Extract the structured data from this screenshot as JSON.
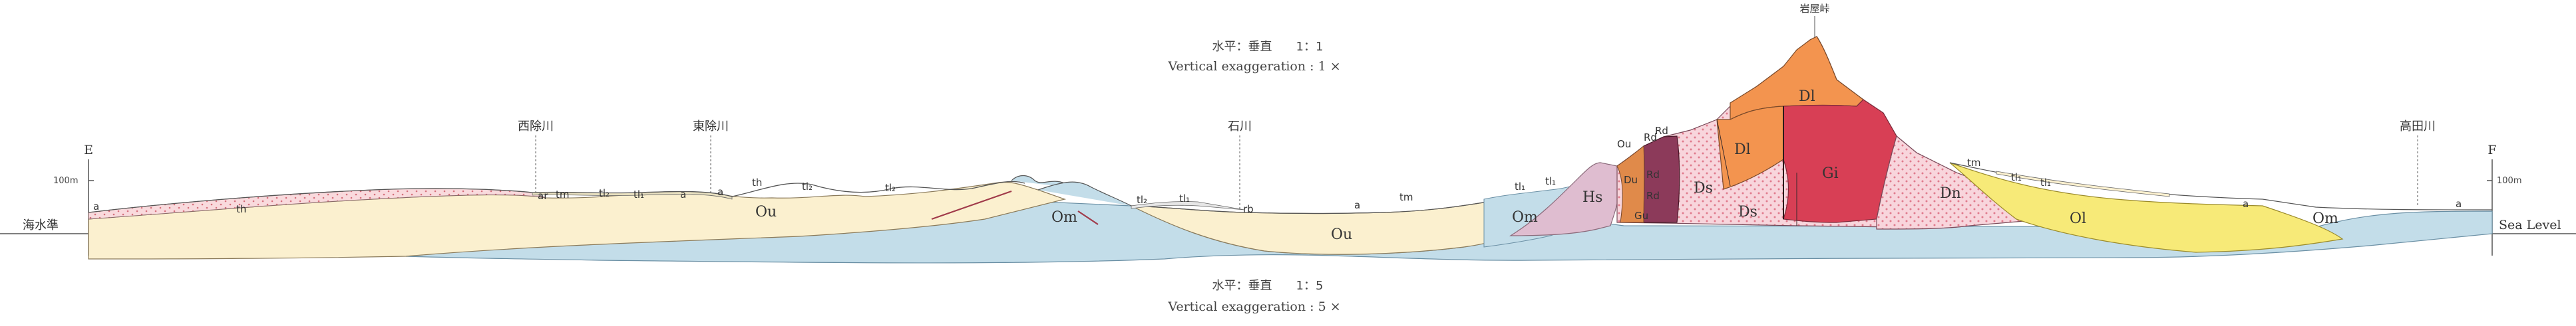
{
  "scale_top": {
    "jp": "水平：垂直　　1：1",
    "en": "Vertical exaggeration : 1 ×"
  },
  "scale_bottom": {
    "jp": "水平：垂直　　1：5",
    "en": "Vertical exaggeration : 5 ×"
  },
  "peak_name": "岩屋峠",
  "endpoints": {
    "left": "E",
    "right": "F"
  },
  "height_mark": {
    "left": "100m",
    "right": "100m"
  },
  "sea_level": {
    "left": "海水準",
    "right": "Sea Level"
  },
  "rivers": [
    "西除川",
    "東除川",
    "石川",
    "高田川"
  ],
  "units": {
    "th": "th",
    "a": "a",
    "ar": "ar",
    "tm": "tm",
    "tl1": "tl₁",
    "tl2": "tl₂",
    "ou": "Ou",
    "om": "Om",
    "rb": "rb",
    "hs": "Hs",
    "dl": "Dl",
    "gi": "Gi",
    "ds": "Ds",
    "dn": "Dn",
    "ol": "Ol",
    "rd": "Rd",
    "du": "Du",
    "gu": "Gu"
  },
  "colors": {
    "ou": "#fbf0cf",
    "om": "#c3dde9",
    "th": "#f9d9dc",
    "dl": "#f3944f",
    "gi": "#d83f55",
    "ds": "#f6cdd5",
    "dn": "#f7cfd9",
    "ol": "#f7ea78",
    "hs": "#dfbdd0",
    "rd": "#8c3a5a",
    "dot": "#d26a78"
  }
}
